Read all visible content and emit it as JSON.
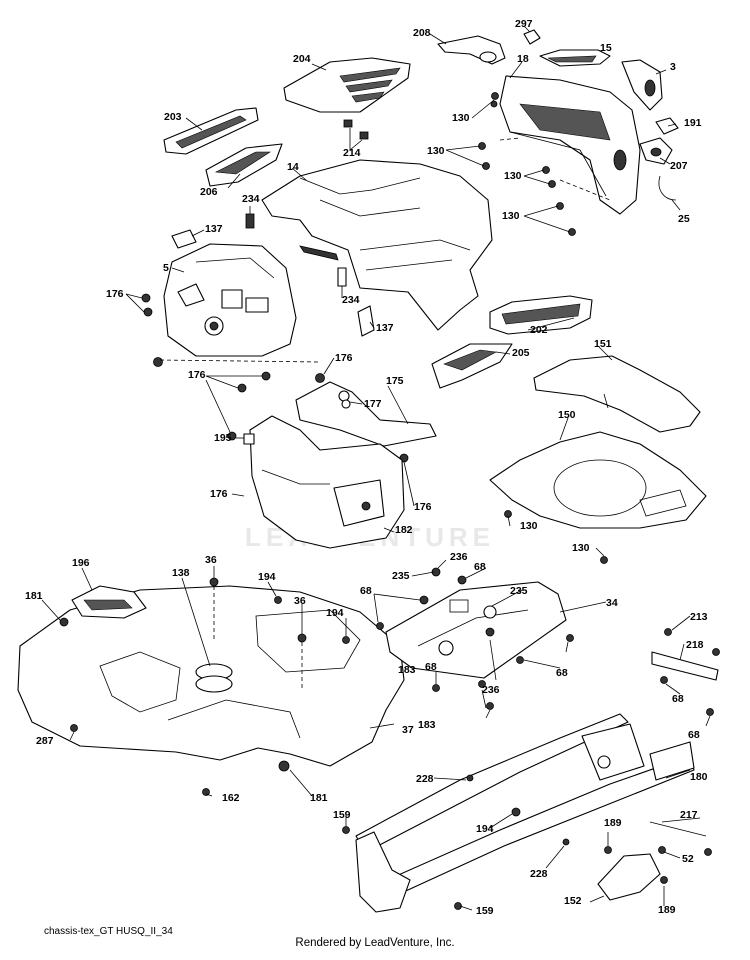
{
  "diagram": {
    "watermark": "LEADVENTURE",
    "caption_left": "chassis-tex_GT HUSQ_II_34",
    "caption_center": "Rendered by LeadVenture, Inc.",
    "labels": [
      {
        "id": "l208",
        "text": "208"
      },
      {
        "id": "l297",
        "text": "297"
      },
      {
        "id": "l15",
        "text": "15"
      },
      {
        "id": "l18",
        "text": "18"
      },
      {
        "id": "l3",
        "text": "3"
      },
      {
        "id": "l204",
        "text": "204"
      },
      {
        "id": "l130a",
        "text": "130"
      },
      {
        "id": "l203",
        "text": "203"
      },
      {
        "id": "l191",
        "text": "191"
      },
      {
        "id": "l214",
        "text": "214"
      },
      {
        "id": "l130b",
        "text": "130"
      },
      {
        "id": "l14",
        "text": "14"
      },
      {
        "id": "l207",
        "text": "207"
      },
      {
        "id": "l130c",
        "text": "130"
      },
      {
        "id": "l206",
        "text": "206"
      },
      {
        "id": "l25",
        "text": "25"
      },
      {
        "id": "l130d",
        "text": "130"
      },
      {
        "id": "l234a",
        "text": "234"
      },
      {
        "id": "l137a",
        "text": "137"
      },
      {
        "id": "l5",
        "text": "5"
      },
      {
        "id": "l176a",
        "text": "176"
      },
      {
        "id": "l234b",
        "text": "234"
      },
      {
        "id": "l202",
        "text": "202"
      },
      {
        "id": "l137b",
        "text": "137"
      },
      {
        "id": "l151",
        "text": "151"
      },
      {
        "id": "l176b",
        "text": "176"
      },
      {
        "id": "l205",
        "text": "205"
      },
      {
        "id": "l176c",
        "text": "176"
      },
      {
        "id": "l175",
        "text": "175"
      },
      {
        "id": "l177",
        "text": "177"
      },
      {
        "id": "l150",
        "text": "150"
      },
      {
        "id": "l195",
        "text": "195"
      },
      {
        "id": "l176d",
        "text": "176"
      },
      {
        "id": "l176e",
        "text": "176"
      },
      {
        "id": "l130e",
        "text": "130"
      },
      {
        "id": "l182",
        "text": "182"
      },
      {
        "id": "l130f",
        "text": "130"
      },
      {
        "id": "l36a",
        "text": "36"
      },
      {
        "id": "l236a",
        "text": "236"
      },
      {
        "id": "l196",
        "text": "196"
      },
      {
        "id": "l138",
        "text": "138"
      },
      {
        "id": "l194a",
        "text": "194"
      },
      {
        "id": "l235a",
        "text": "235"
      },
      {
        "id": "l68a",
        "text": "68"
      },
      {
        "id": "l68b",
        "text": "68"
      },
      {
        "id": "l235b",
        "text": "235"
      },
      {
        "id": "l181a",
        "text": "181"
      },
      {
        "id": "l36b",
        "text": "36"
      },
      {
        "id": "l194b",
        "text": "194"
      },
      {
        "id": "l34",
        "text": "34"
      },
      {
        "id": "l213",
        "text": "213"
      },
      {
        "id": "l218",
        "text": "218"
      },
      {
        "id": "l68c",
        "text": "68"
      },
      {
        "id": "l183a",
        "text": "183"
      },
      {
        "id": "l236b",
        "text": "236"
      },
      {
        "id": "l68d",
        "text": "68"
      },
      {
        "id": "l68e",
        "text": "68"
      },
      {
        "id": "l183b",
        "text": "183"
      },
      {
        "id": "l37",
        "text": "37"
      },
      {
        "id": "l287",
        "text": "287"
      },
      {
        "id": "l68f",
        "text": "68"
      },
      {
        "id": "l228a",
        "text": "228"
      },
      {
        "id": "l180",
        "text": "180"
      },
      {
        "id": "l162",
        "text": "162"
      },
      {
        "id": "l181b",
        "text": "181"
      },
      {
        "id": "l217",
        "text": "217"
      },
      {
        "id": "l159a",
        "text": "159"
      },
      {
        "id": "l194c",
        "text": "194"
      },
      {
        "id": "l189a",
        "text": "189"
      },
      {
        "id": "l52",
        "text": "52"
      },
      {
        "id": "l228b",
        "text": "228"
      },
      {
        "id": "l152",
        "text": "152"
      },
      {
        "id": "l159b",
        "text": "159"
      },
      {
        "id": "l189b",
        "text": "189"
      }
    ]
  }
}
